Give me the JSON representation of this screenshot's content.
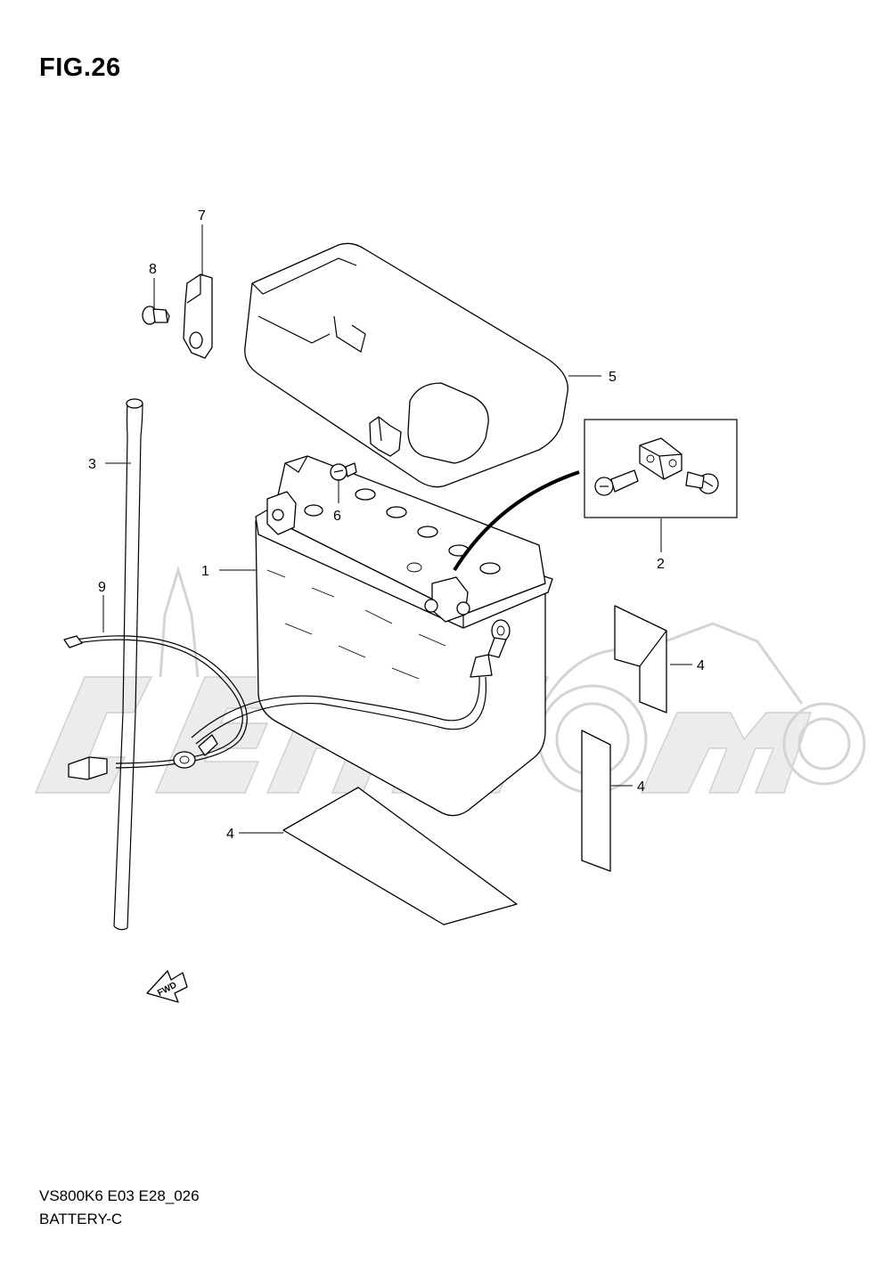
{
  "figure": {
    "title": "FIG.26"
  },
  "footer": {
    "model_code": "VS800K6 E03 E28_026",
    "section_name": "BATTERY-C"
  },
  "callouts": [
    {
      "id": "1",
      "label": "1"
    },
    {
      "id": "2",
      "label": "2"
    },
    {
      "id": "3",
      "label": "3"
    },
    {
      "id": "4a",
      "label": "4"
    },
    {
      "id": "4b",
      "label": "4"
    },
    {
      "id": "4c",
      "label": "4"
    },
    {
      "id": "5",
      "label": "5"
    },
    {
      "id": "6",
      "label": "6"
    },
    {
      "id": "7",
      "label": "7"
    },
    {
      "id": "8",
      "label": "8"
    },
    {
      "id": "9",
      "label": "9"
    }
  ],
  "direction_arrow": {
    "label": "FWD"
  }
}
